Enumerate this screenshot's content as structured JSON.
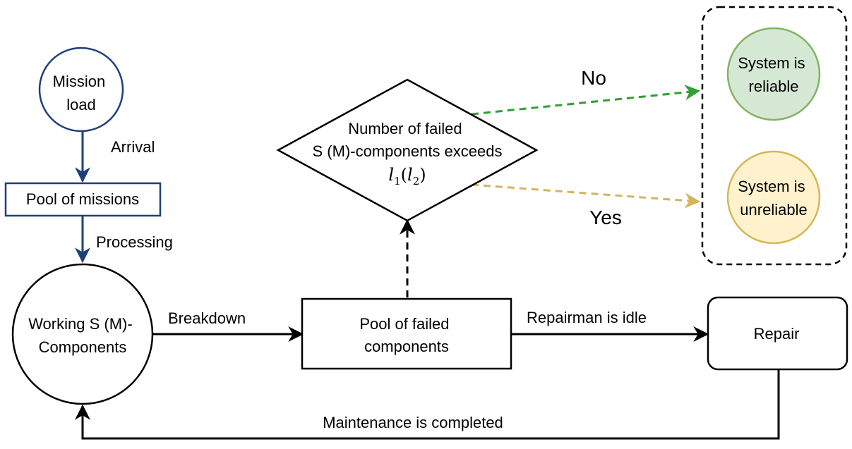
{
  "nodes": {
    "mission_load": "Mission\nload",
    "pool_of_missions": "Pool of missions",
    "working_components": "Working S (M)-\nComponents",
    "pool_of_failed": "Pool of failed\ncomponents",
    "repair": "Repair",
    "decision": "Number of failed\nS (M)-components exceeds",
    "decision_math": {
      "l1_base": "l",
      "l1_sub": "1",
      "open_paren": "(",
      "l2_base": "l",
      "l2_sub": "2",
      "close_paren": ")"
    },
    "system_reliable": "System is\nreliable",
    "system_unreliable": "System is\nunreliable"
  },
  "edges": {
    "arrival": "Arrival",
    "processing": "Processing",
    "breakdown": "Breakdown",
    "repairman_idle": "Repairman is idle",
    "maintenance_completed": "Maintenance is completed",
    "no": "No",
    "yes": "Yes"
  },
  "colors": {
    "navy": "#1f3f7a",
    "black": "#000000",
    "green_fill": "#d5e8d4",
    "green_stroke": "#82b366",
    "green_arrow": "#2ea12e",
    "yellow_fill": "#fff2cc",
    "yellow_stroke": "#d6b656",
    "yellow_arrow": "#d4b45a"
  }
}
